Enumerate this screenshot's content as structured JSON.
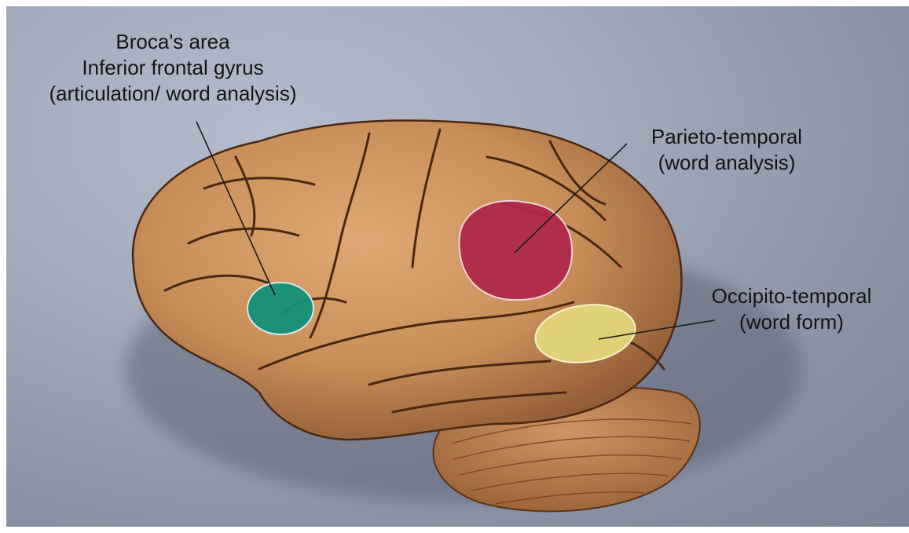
{
  "regions": {
    "broca": {
      "lines": [
        "Broca's area",
        "Inferior frontal gyrus",
        "(articulation/ word analysis)"
      ],
      "color": "#14907a"
    },
    "parieto_temporal": {
      "lines": [
        "Parieto-temporal",
        "(word analysis)"
      ],
      "color": "#b0294a"
    },
    "occipito_temporal": {
      "lines": [
        "Occipito-temporal",
        "(word form)"
      ],
      "color": "#e3d77a"
    }
  },
  "brain": {
    "colors": {
      "cortex": "#c98e58",
      "cortex_shadow": "#8a5530",
      "sulcus": "#4a2812",
      "cerebellum": "#b97d4c"
    }
  }
}
